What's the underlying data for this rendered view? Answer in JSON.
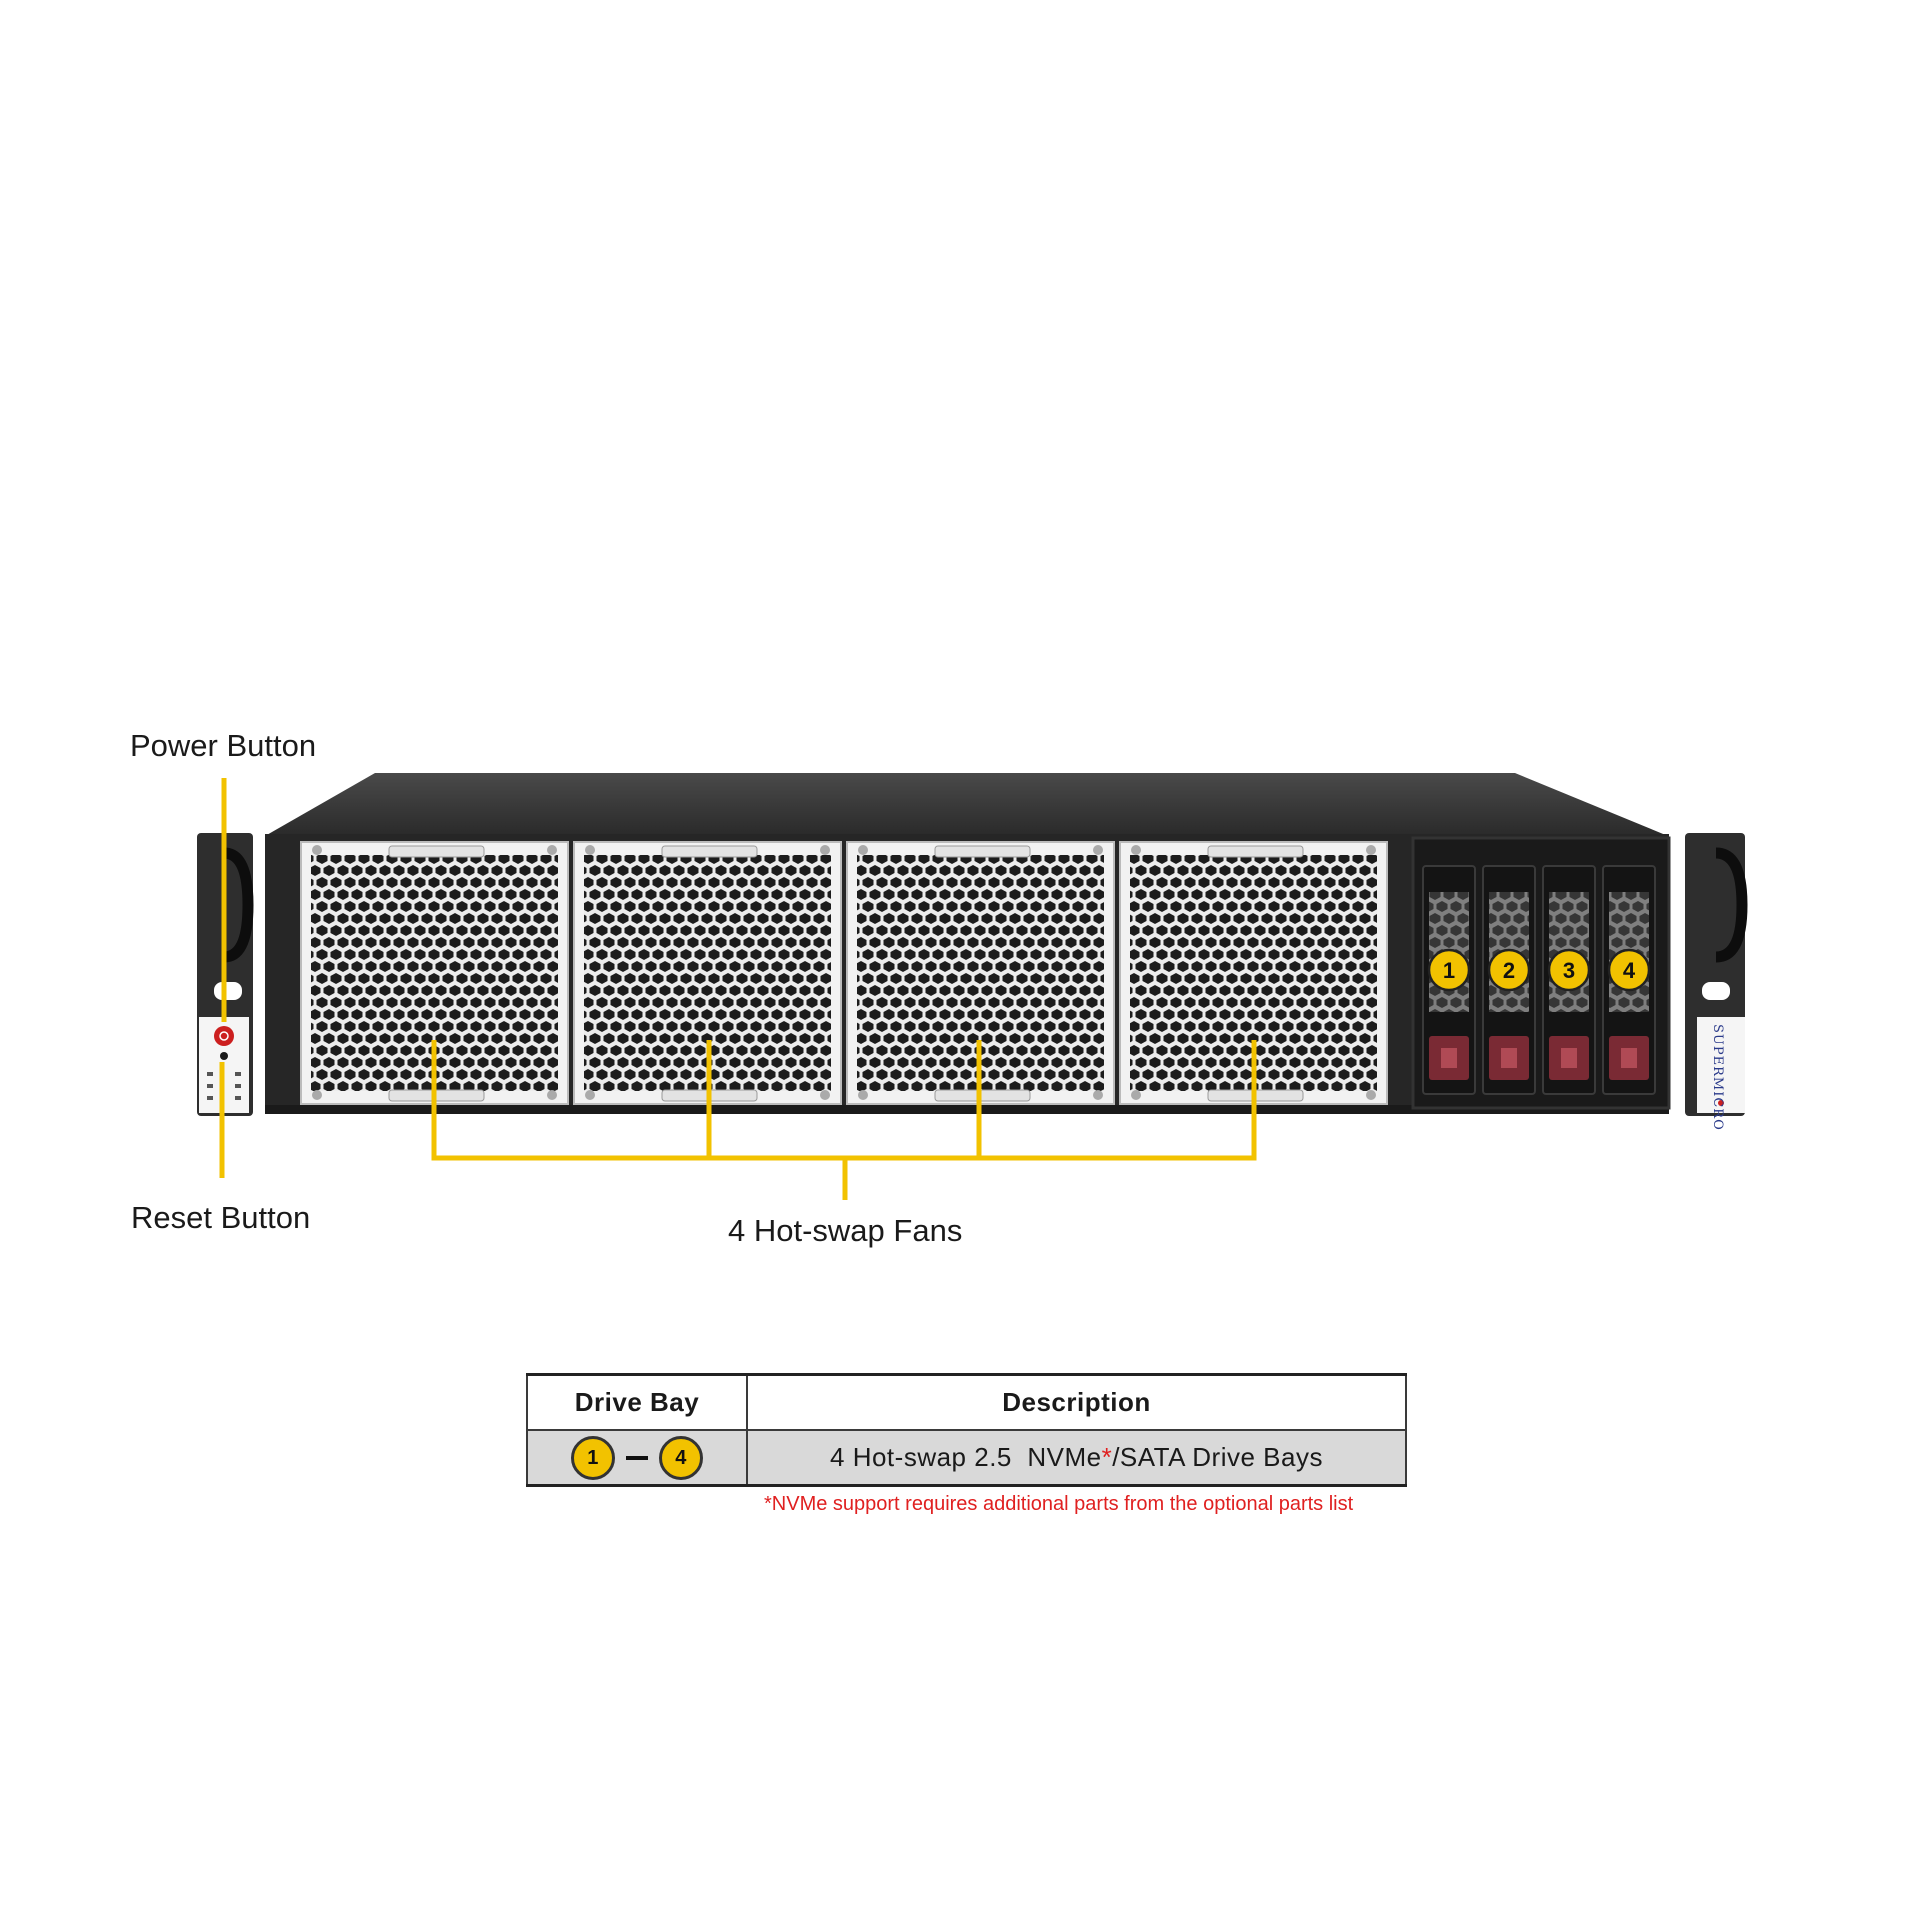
{
  "callouts": {
    "power_button": "Power Button",
    "reset_button": "Reset Button",
    "fans": "4 Hot-swap Fans"
  },
  "drive_bays": [
    {
      "number": "1"
    },
    {
      "number": "2"
    },
    {
      "number": "3"
    },
    {
      "number": "4"
    }
  ],
  "brand": "SUPERMICRO",
  "table": {
    "headers": [
      "Drive Bay",
      "Description"
    ],
    "row": {
      "bay_start": "1",
      "bay_end": "4",
      "description_pre": "4 Hot-swap 2.5  NVMe",
      "description_asterisk": "*",
      "description_post": "/SATA Drive Bays"
    }
  },
  "footnote": "*NVMe support requires additional parts from the optional parts list",
  "colors": {
    "callout_line": "#f2c200",
    "badge_fill": "#f2c200",
    "chassis": "#2b2b2b",
    "footnote": "#e02020",
    "drive_latch": "#7a2a34"
  }
}
